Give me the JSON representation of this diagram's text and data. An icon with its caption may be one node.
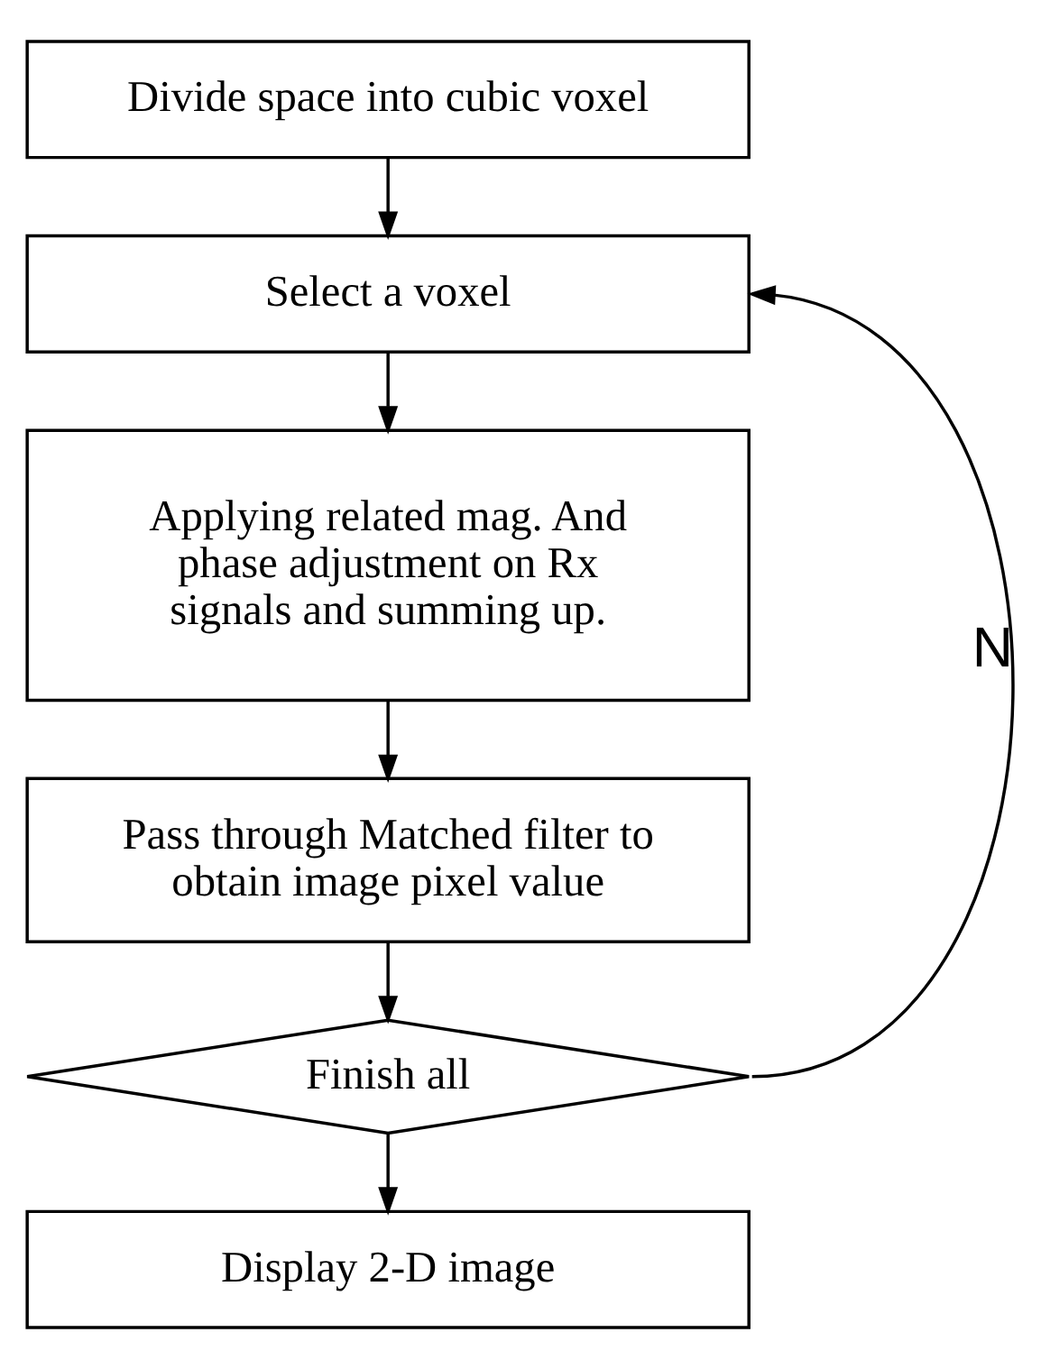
{
  "diagram": {
    "nodes": [
      {
        "text": [
          "Divide space into cubic voxel"
        ]
      },
      {
        "text": [
          "Select a voxel"
        ]
      },
      {
        "text": [
          "Applying related mag. And phase adjustment on Rx signals and summing up."
        ]
      },
      {
        "text": [
          "Pass through Matched filter to obtain image pixel value"
        ]
      },
      {
        "text": [
          "Finish all"
        ]
      },
      {
        "text": [
          "Display 2-D image"
        ]
      }
    ],
    "edges": [
      {
        "from": 0,
        "to": 1,
        "arrow": "to"
      },
      {
        "from": 4,
        "to": 1,
        "arrow": "to",
        "label": "N"
      },
      {
        "from": 1,
        "to": 2,
        "arrow": "to"
      },
      {
        "from": 2,
        "to": 3,
        "arrow": "to"
      },
      {
        "from": 3,
        "to": 4,
        "arrow": "to"
      },
      {
        "from": 4,
        "to": 5,
        "arrow": "to"
      }
    ]
  }
}
